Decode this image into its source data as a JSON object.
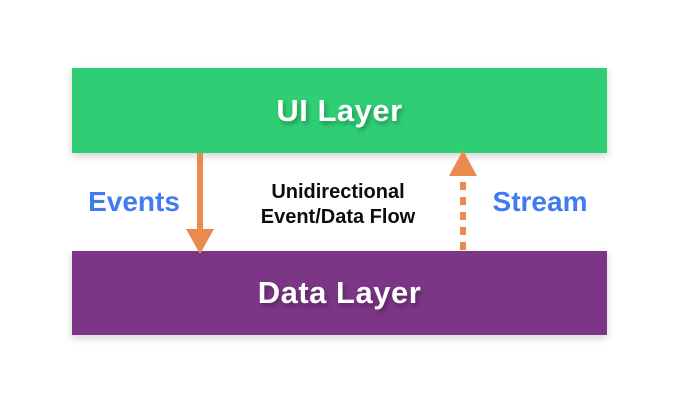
{
  "diagram": {
    "ui_layer": {
      "label": "UI Layer"
    },
    "data_layer": {
      "label": "Data Layer"
    },
    "events_label": "Events",
    "stream_label": "Stream",
    "caption": {
      "line1": "Unidirectional",
      "line2": "Event/Data Flow"
    }
  },
  "colors": {
    "green": "#2fce74",
    "purple": "#7b3685",
    "orange": "#e98a4e",
    "blue": "#407bf2",
    "ink": "#0d0d0d"
  }
}
